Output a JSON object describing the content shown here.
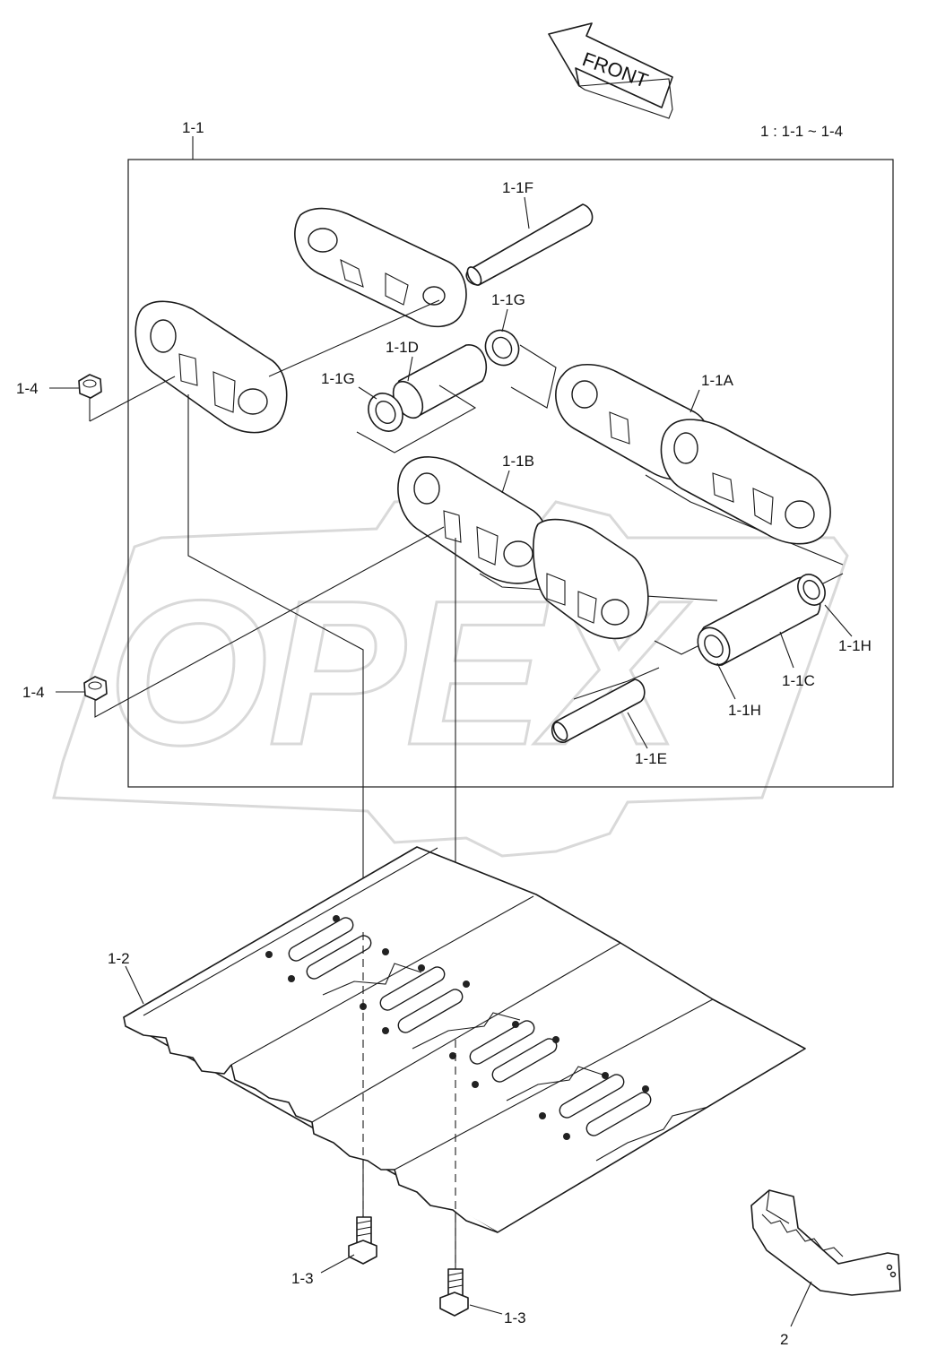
{
  "direction_label": "FRONT",
  "range_note": "1 : 1-1 ~ 1-4",
  "watermark_text": "OPEX",
  "callouts": {
    "c_1_1": "1-1",
    "c_1_1F": "1-1F",
    "c_1_1G_top": "1-1G",
    "c_1_1D": "1-1D",
    "c_1_1G_left": "1-1G",
    "c_1_1A": "1-1A",
    "c_1_1B": "1-1B",
    "c_1_4_top": "1-4",
    "c_1_4_bottom": "1-4",
    "c_1_1H_right": "1-1H",
    "c_1_1C": "1-1C",
    "c_1_1H_bottom": "1-1H",
    "c_1_1E": "1-1E",
    "c_1_2": "1-2",
    "c_1_3_left": "1-3",
    "c_1_3_right": "1-3",
    "c_2": "2"
  }
}
